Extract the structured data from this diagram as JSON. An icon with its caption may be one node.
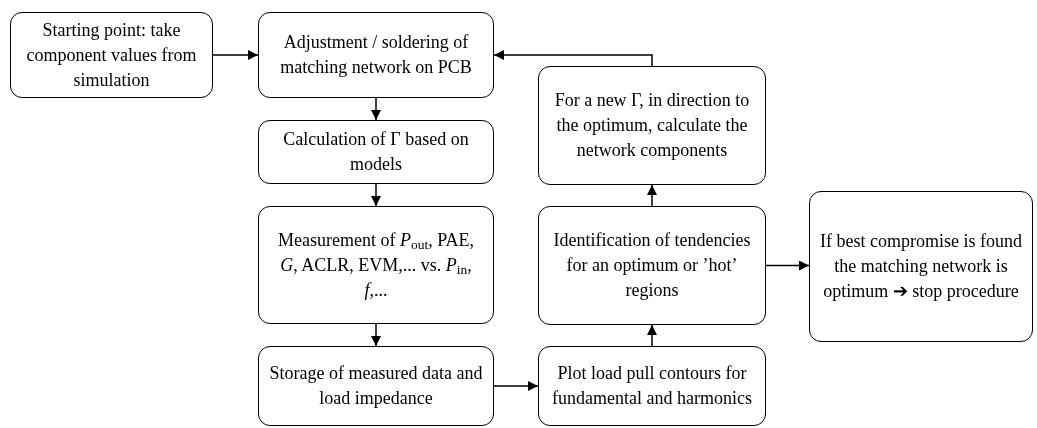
{
  "diagram": {
    "nodes": [
      {
        "text": [
          "Starting point: take component values from simulation"
        ]
      },
      {
        "text": [
          "Adjustment / soldering of matching network on PCB"
        ]
      },
      {
        "text": [
          "Calculation of Γ based on models"
        ]
      },
      {
        "text": [
          "Measurement of *P*$_{out}$, PAE, *G*, ACLR, EVM,... vs. *P*$_{in}$, *f*,..."
        ]
      },
      {
        "text": [
          "Storage of measured data and load impedance"
        ]
      },
      {
        "text": [
          "For a new Γ, in direction to the optimum, calculate the network components"
        ]
      },
      {
        "text": [
          "Identification of tendencies for an optimum or ’hot’ regions"
        ]
      },
      {
        "text": [
          "Plot load pull contours for  fundamental and harmonics"
        ]
      },
      {
        "text": [
          "If best compromise is found the matching network is optimum ➔ stop procedure"
        ]
      }
    ],
    "edges": [
      {
        "from": 0,
        "to": 1,
        "arrow": "to"
      },
      {
        "from": 1,
        "to": 2,
        "arrow": "to"
      },
      {
        "from": 2,
        "to": 3,
        "arrow": "to"
      },
      {
        "from": 3,
        "to": 4,
        "arrow": "to"
      },
      {
        "from": 4,
        "to": 7,
        "arrow": "to"
      },
      {
        "from": 7,
        "to": 6,
        "arrow": "to"
      },
      {
        "from": 6,
        "to": 5,
        "arrow": "to"
      },
      {
        "from": 5,
        "to": 1,
        "arrow": "to"
      },
      {
        "from": 6,
        "to": 8,
        "arrow": "to"
      }
    ]
  }
}
